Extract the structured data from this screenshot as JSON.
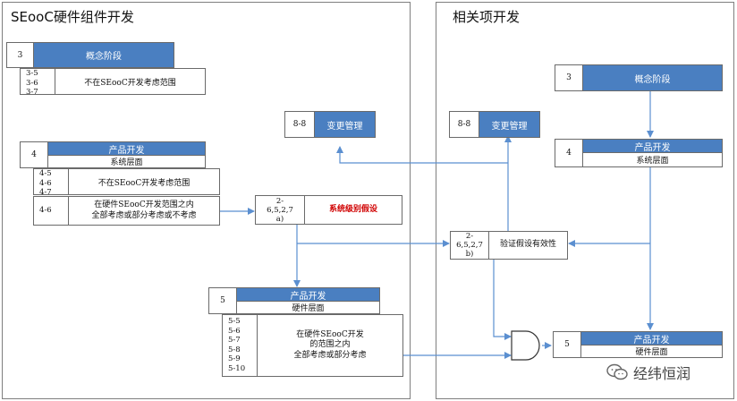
{
  "left_panel": {
    "title": "SEooC硬件组件开发"
  },
  "right_panel": {
    "title": "相关项开发"
  },
  "concept_left": {
    "number": "3",
    "label": "概念阶段",
    "ids": "3-5\n3-6\n3-7",
    "note": "不在SEooC开发考虑范围"
  },
  "change_left": {
    "number": "8-8",
    "label": "变更管理"
  },
  "product_left": {
    "number": "4",
    "label": "产品开发",
    "sublabel": "系统层面",
    "ids1": "4-5\n4-6\n4-7",
    "note1": "不在SEooC开发考虑范围",
    "ids2": "4-6",
    "note2": "在硬件SEooC开发范围之内\n全部考虑或部分考虑或不考虑"
  },
  "assume_a": {
    "number": "2-\n6,5,2,7\na)",
    "label": "系统级别假设"
  },
  "change_right": {
    "number": "8-8",
    "label": "变更管理"
  },
  "concept_right": {
    "number": "3",
    "label": "概念阶段"
  },
  "product_right": {
    "number": "4",
    "label": "产品开发",
    "sublabel": "系统层面"
  },
  "verify_b": {
    "number": "2-\n6,5,2,7\nb)",
    "label": "验证假设有效性"
  },
  "hw_left": {
    "number": "5",
    "label": "产品开发",
    "sublabel": "硬件层面",
    "ids": "5-5\n5-6\n5-7\n5-8\n5-9\n5-10",
    "note": "在硬件SEooC开发\n的范围之内\n全部考虑或部分考虑"
  },
  "hw_right": {
    "number": "5",
    "label": "产品开发",
    "sublabel": "硬件层面"
  },
  "watermark": {
    "text": "经纬恒润"
  },
  "colors": {
    "accent_blue": "#4a7fc1",
    "arrow_blue": "#5b8fd0",
    "red": "#d00000"
  }
}
